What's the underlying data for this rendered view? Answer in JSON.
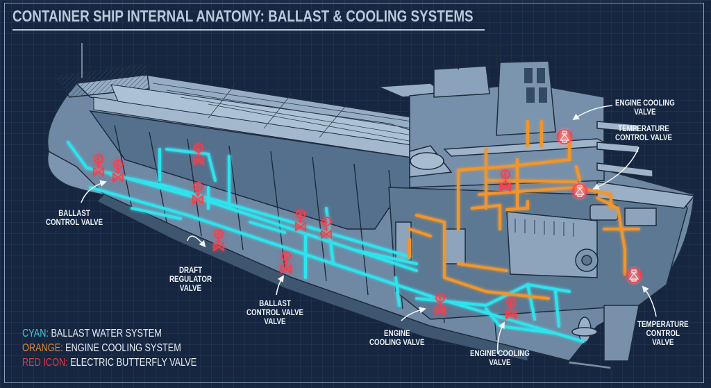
{
  "title": "CONTAINER SHIP INTERNAL ANATOMY: BALLAST & COOLING SYSTEMS",
  "colors": {
    "background": "#162640",
    "hull": "#7f98b3",
    "hull_dark": "#4d6580",
    "ballast_pipe": "#2fe3ee",
    "cooling_pipe": "#f0962e",
    "valve": "#ff3a48",
    "text": "#eef2f6"
  },
  "callouts": [
    {
      "id": "ballast-control-valve-1",
      "label": "BALLAST\nCONTROL VALVE",
      "system": "ballast"
    },
    {
      "id": "draft-regulator-valve",
      "label": "DRAFT\nREGULATOR\nVALVE",
      "system": "ballast"
    },
    {
      "id": "ballast-control-valve-2",
      "label": "BALLAST\nCONTROL VALVE\nVALVE",
      "system": "ballast"
    },
    {
      "id": "engine-cooling-valve-1",
      "label": "ENGINE\nCOOLING VALVE",
      "system": "cooling"
    },
    {
      "id": "engine-cooling-valve-2",
      "label": "ENGINE COOLING\nVALVE",
      "system": "cooling"
    },
    {
      "id": "engine-cooling-valve-top",
      "label": "ENGINE COOLING\nVALVE",
      "system": "cooling"
    },
    {
      "id": "temperature-control-valve-top",
      "label": "TEMPERATURE\nCONTROL VALVE",
      "system": "cooling"
    },
    {
      "id": "temperature-control-valve-bottom",
      "label": "TEMPERATURE\nCONTROL\nVALVE",
      "system": "cooling"
    }
  ],
  "legend": [
    {
      "key": "CYAN:",
      "text": " BALLAST WATER SYSTEM",
      "color": "cyan"
    },
    {
      "key": "ORANGE:",
      "text": " ENGINE COOLING SYSTEM",
      "color": "orange"
    },
    {
      "key": "RED ICON:",
      "text": " ELECTRIC BUTTERFLY VALVE",
      "color": "red"
    }
  ]
}
